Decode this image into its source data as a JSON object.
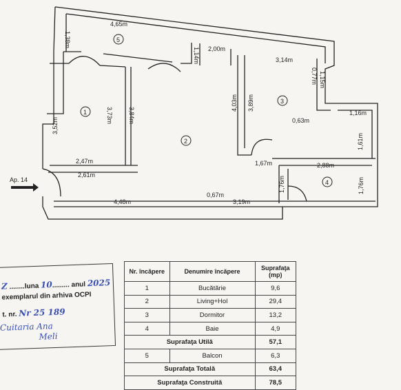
{
  "plan": {
    "dims": [
      "4,65m",
      "1,38m",
      "2,00m",
      "1,14m",
      "3,14m",
      "0,77m",
      "1,15m",
      "3,52m",
      "3,73m",
      "3,84m",
      "4,03m",
      "3,89m",
      "1,16m",
      "0,63m",
      "1,61m",
      "2,47m",
      "2,61m",
      "1,67m",
      "2,88m",
      "1,76m",
      "1,76m",
      "0,67m",
      "4,48m",
      "3,19m"
    ],
    "room_numbers": [
      "1",
      "2",
      "3",
      "4",
      "5"
    ],
    "entry_label": "Ap. 14"
  },
  "stamp": {
    "line1_prefix": "Z",
    "line1_luna": "luna",
    "line1_month": "10",
    "line1_anul": "anul",
    "line1_year": "2025",
    "line2": "exemplarul din arhiva OCPI",
    "line3_label": "t. nr.",
    "line3_value": "Nr 25 189",
    "hw1": "Cuitaria Ana",
    "hw2": "Meli"
  },
  "table": {
    "headers": [
      "Nr. încăpere",
      "Denumire încăpere",
      "Suprafaţa (mp)"
    ],
    "rows": [
      {
        "nr": "1",
        "name": "Bucătărie",
        "area": "9,6"
      },
      {
        "nr": "2",
        "name": "Living+Hol",
        "area": "29,4"
      },
      {
        "nr": "3",
        "name": "Dormitor",
        "area": "13,2"
      },
      {
        "nr": "4",
        "name": "Baie",
        "area": "4,9"
      }
    ],
    "util_label": "Suprafaţa Utilă",
    "util_value": "57,1",
    "balcon": {
      "nr": "5",
      "name": "Balcon",
      "area": "6,3"
    },
    "total_label": "Suprafaţa Totală",
    "total_value": "63,4",
    "built_label": "Suprafaţa Construită",
    "built_value": "78,5"
  }
}
